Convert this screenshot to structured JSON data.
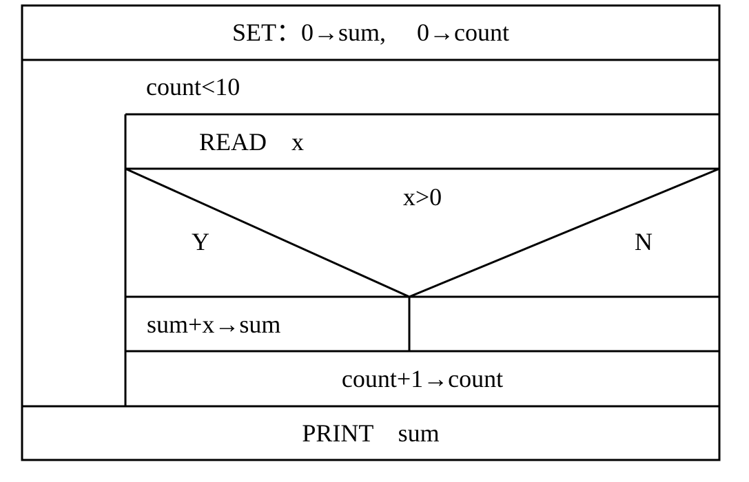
{
  "diagram": {
    "type": "nassi-shneiderman-flowchart",
    "init": "SET：0→sum,　 0→count",
    "loop_condition": "count<10",
    "read": "READ　x",
    "decision": {
      "condition": "x>0",
      "yes_label": "Y",
      "no_label": "N",
      "yes_action": "sum+x→sum",
      "no_action": ""
    },
    "increment": "count+1→count",
    "output": "PRINT　sum"
  }
}
